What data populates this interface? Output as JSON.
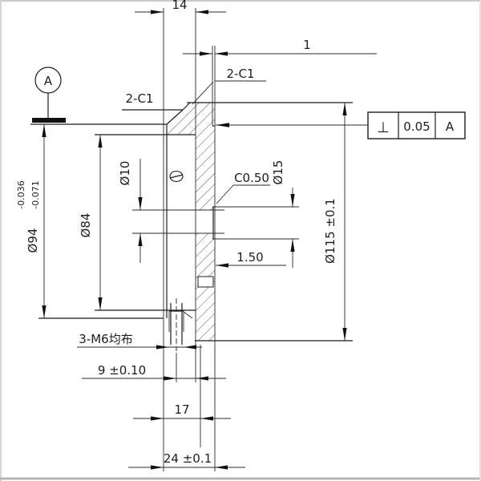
{
  "datum": {
    "label": "A"
  },
  "feature_control_frame": {
    "symbol": "⊥",
    "tolerance": "0.05",
    "datum_ref": "A"
  },
  "dimensions": {
    "top_width": "14",
    "rim_width": "1",
    "chamfer_top_right": "2-C1",
    "chamfer_top_left": "2-C1",
    "chamfer_counterbore": "C0.50",
    "counterbore_depth": "1.50",
    "hole_small": "Ø10",
    "counterbore_dia": "Ø15",
    "hub_dia": "Ø94",
    "hub_dia_tol_upper": "-0.036",
    "hub_dia_tol_lower": "-0.071",
    "bore_dia": "Ø84",
    "flange_dia": "Ø115 ±0.1",
    "thread_note": "3-M6均布",
    "thread_offset": "9 ±0.10",
    "hub_length": "17",
    "total_length": "24 ±0.1"
  }
}
